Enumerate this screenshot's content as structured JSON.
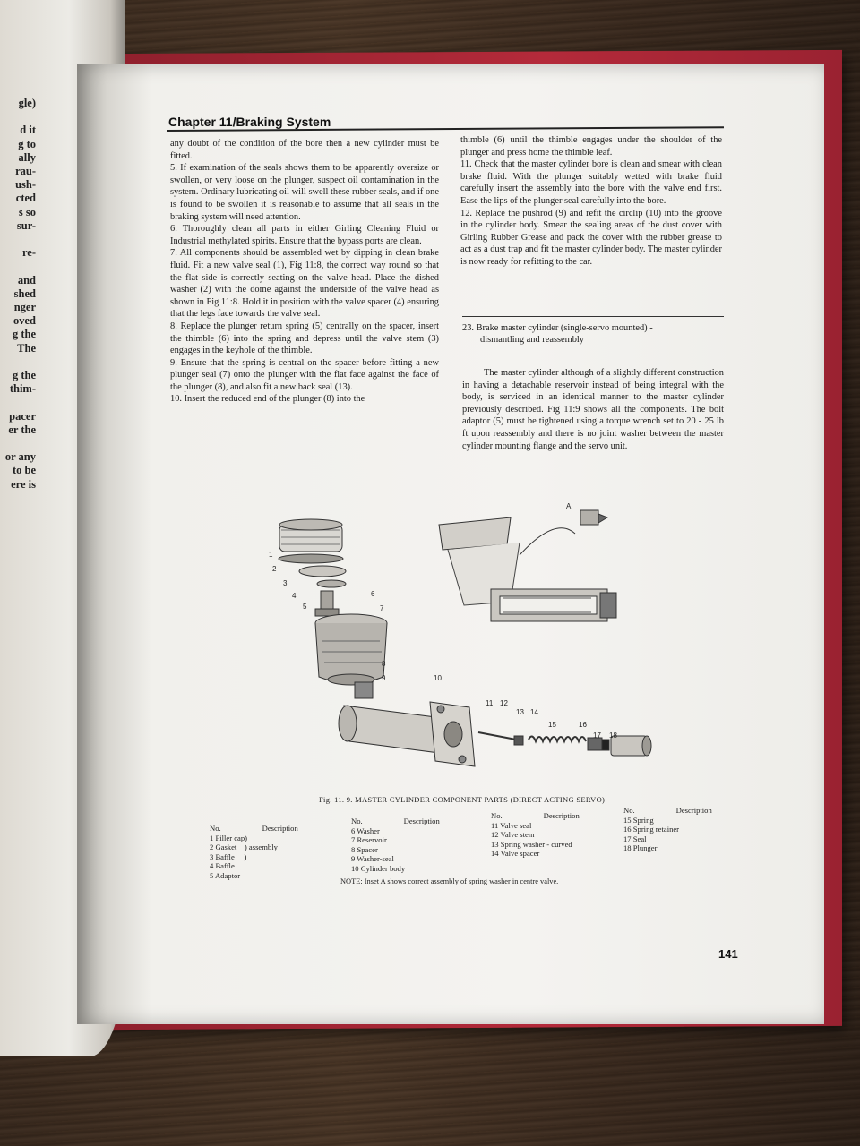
{
  "page": {
    "chapter_title": "Chapter 11/Braking System",
    "page_number": "141"
  },
  "left_page": {
    "lines": [
      "gle)",
      "",
      "d it",
      "g to",
      "ally",
      "rau-",
      "ush-",
      "cted",
      "s so",
      "sur-",
      "",
      "re-",
      "",
      "and",
      "shed",
      "nger",
      "oved",
      "g the",
      "The",
      "",
      "g the",
      "thim-",
      "",
      "pacer",
      "er the",
      "",
      "or any",
      "to be",
      "ere is"
    ]
  },
  "col_left": {
    "paragraphs": [
      "any doubt of the condition of the bore then a new cylinder must be fitted.",
      "5.   If examination of the seals shows them to be apparently oversize or swollen, or very loose on the plunger, suspect oil contamination in the system. Ordinary lubricating oil will swell these rubber seals, and if one is found to be swollen it is reasonable to assume that all seals in the braking system will need attention.",
      "6.   Thoroughly clean all parts in either Girling Cleaning Fluid or Industrial methylated spirits. Ensure that the bypass ports are clean.",
      "7.   All components should be assembled wet by dipping in clean brake fluid. Fit a new valve seal (1), Fig 11:8, the correct way round so that the flat side is correctly seating on the valve head. Place the dished washer (2) with the dome against the underside of the valve head as shown in Fig 11:8. Hold it in position with the valve spacer (4) ensuring that the legs face towards the valve seal.",
      "8.   Replace the plunger return spring (5) centrally on the spacer, insert the thimble (6) into the spring and depress until the valve stem (3) engages in the keyhole of the thimble.",
      "9.   Ensure that the spring is central on the spacer before fitting a new plunger seal (7) onto the plunger with the flat face against the face of the plunger (8), and also fit a new back seal (13).",
      "10.  Insert the reduced end of the plunger (8) into the"
    ]
  },
  "col_right": {
    "paragraphs": [
      "thimble (6) until the thimble engages under the shoulder of the plunger and press home the thimble leaf.",
      "11. Check that the master cylinder bore is clean and smear with clean brake fluid. With the plunger suitably wetted with brake fluid carefully insert the assembly into the bore with the valve end first. Ease the lips of the plunger seal carefully into the bore.",
      "12. Replace the pushrod (9) and refit the circlip (10) into the groove in the cylinder body. Smear the sealing areas of the dust cover with Girling Rubber Grease and pack the cover with the rubber grease to act as a dust trap and fit the master cylinder body. The master cylinder is now ready for refitting to the car."
    ],
    "section_heading_line1": "23. Brake master cylinder (single-servo mounted) -",
    "section_heading_line2": "dismantling and reassembly",
    "section_body": "The master cylinder although of a slightly different construction in having a detachable reservoir instead of being integral with the body, is serviced in an identical manner to the master cylinder previously described. Fig 11:9 shows all the components. The bolt adaptor (5) must be tightened using a torque wrench set to 20 - 25 lb ft upon reassembly and there is no joint washer between the master cylinder mounting flange and the servo unit."
  },
  "figure": {
    "caption": "Fig. 11. 9. MASTER CYLINDER COMPONENT PARTS (DIRECT ACTING SERVO)",
    "inset_label": "A",
    "callouts": [
      "1",
      "2",
      "3",
      "4",
      "5",
      "6",
      "7",
      "8",
      "9",
      "10",
      "11",
      "12",
      "13",
      "14",
      "15",
      "16",
      "17",
      "18"
    ],
    "legend_header_no": "No.",
    "legend_header_desc": "Description",
    "legend_col1": [
      "1 Filler cap)",
      "2 Gasket    ) assembly",
      "3 Baffle     )",
      "4 Baffle",
      "5 Adaptor"
    ],
    "legend_col2": [
      "6 Washer",
      "7 Reservoir",
      "8 Spacer",
      "9 Washer-seal",
      "10 Cylinder body"
    ],
    "legend_col3": [
      "11 Valve seal",
      "12 Valve stem",
      "13 Spring washer - curved",
      "14 Valve spacer"
    ],
    "legend_col4": [
      "15 Spring",
      "16 Spring retainer",
      "17 Seal",
      "18 Plunger"
    ],
    "note": "NOTE: Inset A shows correct assembly of spring washer in centre valve."
  }
}
